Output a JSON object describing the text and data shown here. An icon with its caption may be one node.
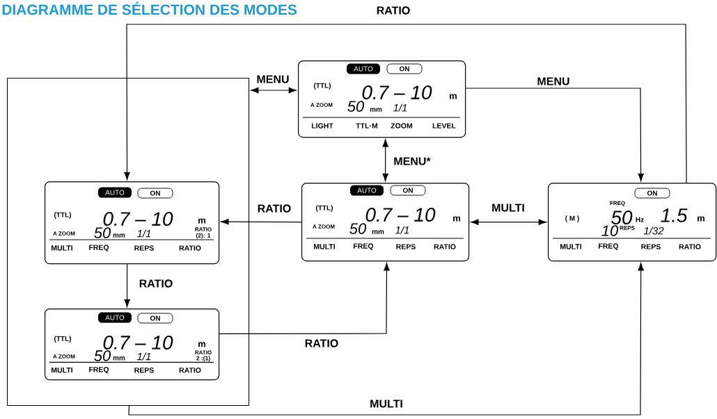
{
  "diagram": {
    "title": "DIAGRAMME DE SÉLECTION DES MODES",
    "nodes": [
      {
        "text": [],
        "shape": "box"
      },
      {
        "text": [
          "AUTO",
          "ON",
          "(TTL)",
          "0.7 – 10",
          "m",
          "A ZOOM",
          "50",
          "mm",
          "1/1",
          "LIGHT",
          "TTL·M",
          "ZOOM",
          "LEVEL"
        ]
      },
      {
        "text": [
          "AUTO",
          "ON",
          "(TTL)",
          "0.7 – 10",
          "m",
          "A ZOOM",
          "50",
          "mm",
          "1/1",
          "RATIO",
          "(2): 1",
          "MULTI",
          "FREQ",
          "REPS",
          "RATIO"
        ],
        "in": 0
      },
      {
        "text": [
          "AUTO",
          "ON",
          "(TTL)",
          "0.7 – 10",
          "m",
          "A ZOOM",
          "50",
          "mm",
          "1/1",
          "MULTI",
          "FREQ",
          "REPS",
          "RATIO"
        ]
      },
      {
        "text": [
          "ON",
          "( M )",
          "FREQ",
          "50",
          "Hz",
          "1.5",
          "m",
          "10",
          "REPS",
          "1/32",
          "MULTI",
          "FREQ",
          "REPS",
          "RATIO"
        ]
      },
      {
        "text": [
          "AUTO",
          "ON",
          "(TTL)",
          "0.7 – 10",
          "m",
          "A ZOOM",
          "50",
          "mm",
          "1/1",
          "RATIO",
          "2 :(1)",
          "MULTI",
          "FREQ",
          "REPS",
          "RATIO"
        ],
        "in": 0
      }
    ],
    "edges": [
      {
        "from": 0,
        "to": 1,
        "arrow": "both",
        "label": "MENU"
      },
      {
        "from": 1,
        "to": 4,
        "arrow": "to",
        "label": "MENU"
      },
      {
        "from": 4,
        "to": 2,
        "arrow": "to",
        "label": "RATIO"
      },
      {
        "from": 1,
        "to": 3,
        "arrow": "both",
        "label": "MENU*"
      },
      {
        "from": 3,
        "to": 2,
        "arrow": "to",
        "label": "RATIO"
      },
      {
        "from": 3,
        "to": 4,
        "arrow": "both",
        "label": "MULTI"
      },
      {
        "from": 2,
        "to": 5,
        "arrow": "to",
        "label": "RATIO"
      },
      {
        "from": 5,
        "to": 3,
        "arrow": "to",
        "label": "RATIO"
      },
      {
        "from": 0,
        "to": 4,
        "arrow": "to",
        "label": "MULTI"
      }
    ]
  }
}
